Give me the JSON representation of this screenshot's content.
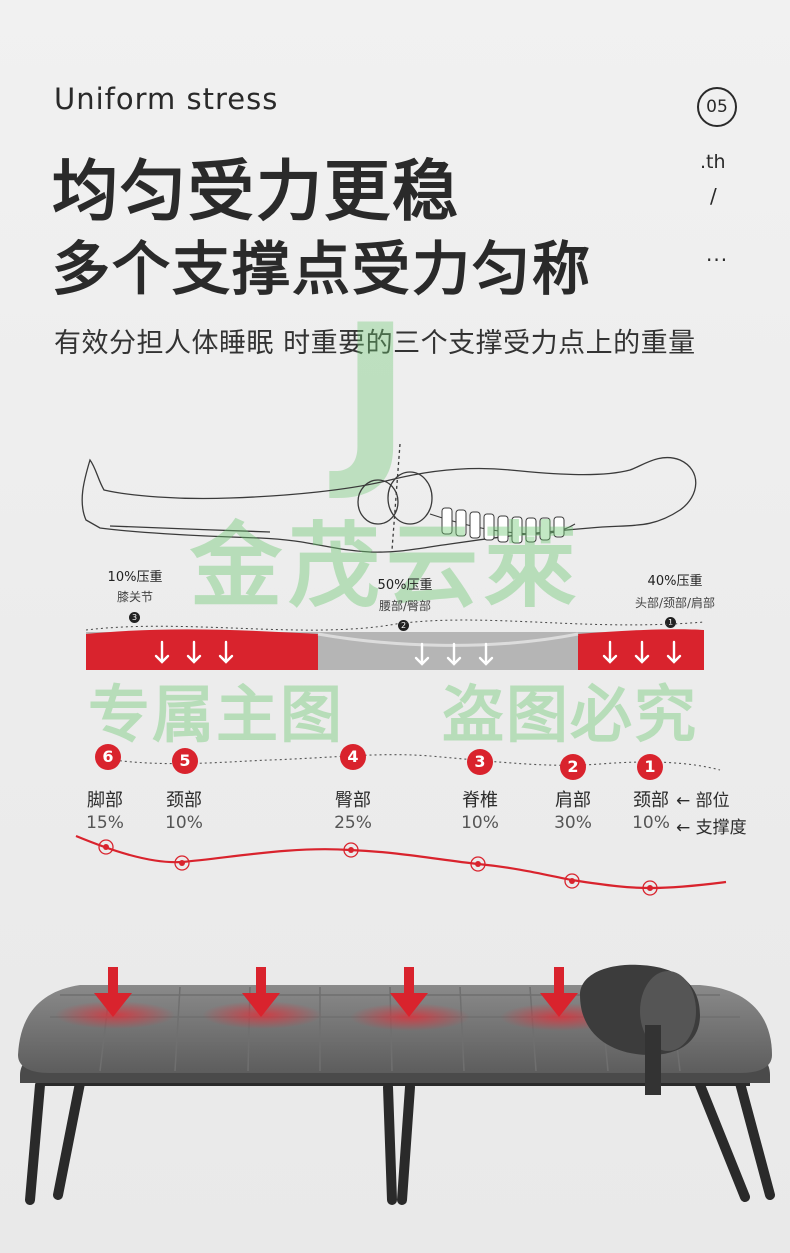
{
  "header": {
    "en_title": "Uniform stress",
    "badge": "05",
    "badge_suffix": ".th",
    "slash": "/",
    "ellipsis": "...",
    "title_line1": "均匀受力更稳",
    "title_line2": "多个支撑点受力匀称",
    "subtitle": "有效分担人体睡眠 时重要的三个支撑受力点上的重量"
  },
  "watermark": {
    "main": "金茂云萊",
    "letter": "J",
    "left": "专属主图",
    "right": "盗图必究"
  },
  "pressure_points": [
    {
      "num": "3",
      "pct": "10%压重",
      "part": "膝关节"
    },
    {
      "num": "2",
      "pct": "50%压重",
      "part": "腰部/臀部"
    },
    {
      "num": "1",
      "pct": "40%压重",
      "part": "头部/颈部/肩部"
    }
  ],
  "support_points": [
    {
      "num": "6",
      "label": "脚部",
      "value": "15%"
    },
    {
      "num": "5",
      "label": "颈部",
      "value": "10%"
    },
    {
      "num": "4",
      "label": "臀部",
      "value": "25%"
    },
    {
      "num": "3",
      "label": "脊椎",
      "value": "10%"
    },
    {
      "num": "2",
      "label": "肩部",
      "value": "30%"
    },
    {
      "num": "1",
      "label": "颈部",
      "value": "10%"
    }
  ],
  "legend": {
    "part_label": "← 部位",
    "support_label": "← 支撑度"
  },
  "colors": {
    "accent_red": "#d9232d",
    "mattress_gray": "#b5b5b5",
    "text_dark": "#2a2a2a",
    "watermark_green": "#6ec873"
  }
}
